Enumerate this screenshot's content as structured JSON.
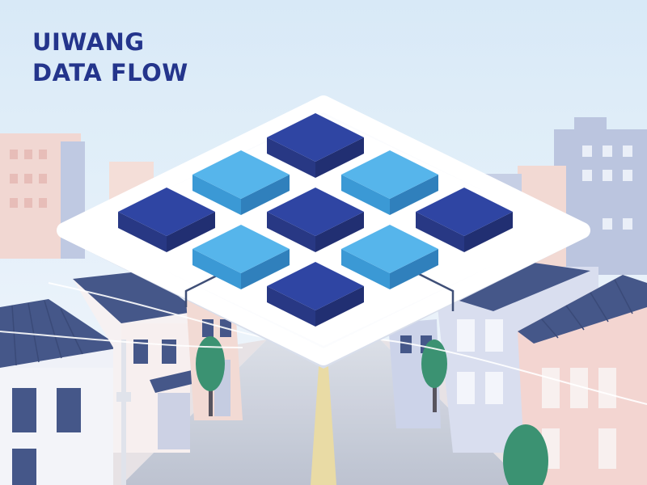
{
  "title": {
    "line1": "UIWANG",
    "line2": "DATA FLOW"
  },
  "colors": {
    "sky_top": "#d6e8f7",
    "sky_bottom": "#f3f8fc",
    "title": "#24358c",
    "tile_dark": "#233a9e",
    "tile_light": "#4cb1ea",
    "platform": "#fbfcfe",
    "road": "#c5cad6",
    "building_pink": "#f3d3cf",
    "building_blue": "#b2bfdc",
    "roof": "#3a4d82",
    "tree": "#2f8c6a"
  },
  "grid": {
    "rows": 3,
    "cols": 3,
    "pattern": [
      [
        "dark",
        "light",
        "dark"
      ],
      [
        "light",
        "dark",
        "light"
      ],
      [
        "dark",
        "light",
        "dark"
      ]
    ]
  },
  "icons": [
    "building-icon",
    "tree-icon",
    "street-lamp-icon",
    "cable-icon"
  ]
}
